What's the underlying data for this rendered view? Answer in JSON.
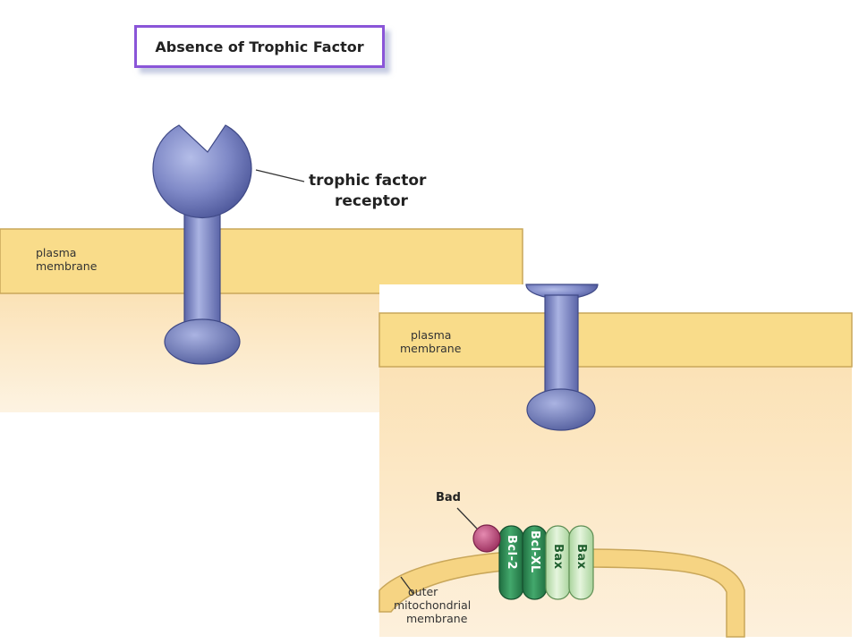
{
  "title": "Absence of Trophic Factor",
  "panel1": {
    "plasma_membrane_label": [
      "plasma",
      "membrane"
    ],
    "receptor_label": [
      "trophic factor",
      "receptor"
    ]
  },
  "panel2": {
    "plasma_membrane_label": [
      "plasma",
      "membrane"
    ],
    "bad_label": "Bad",
    "proteins": [
      "Bcl-2",
      "Bcl-XL",
      "Bax",
      "Bax"
    ],
    "mito_label": [
      "outer",
      "mitochondrial",
      "membrane"
    ]
  },
  "colors": {
    "receptor": "#7e88c6",
    "membrane_band": "#f9dc8a",
    "cytoplasm": "#fbe7c2",
    "bad": "#c0457a",
    "bcl_dark": "#2f8a55",
    "bax_light": "#cfe9c4",
    "title_border": "#8a55d8"
  }
}
